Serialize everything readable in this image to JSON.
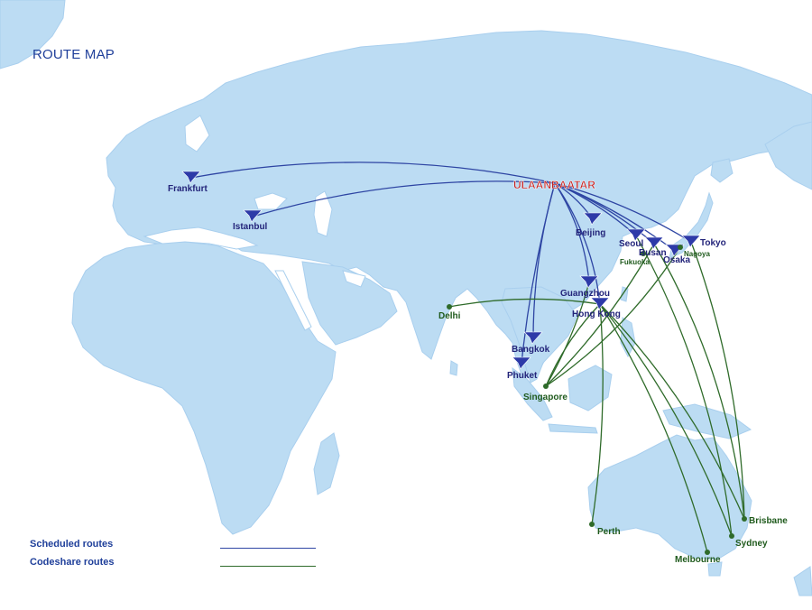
{
  "title": "ROUTE MAP",
  "hub": "ULAANBAATAR",
  "colors": {
    "ocean": "#ffffff",
    "land": "#bcdcf3",
    "land_edge": "#a9cfee",
    "scheduled": "#2e45a3",
    "codeshare": "#2f6b2a",
    "hub_text": "#c32020",
    "city_text": "#23247a",
    "codeshare_text": "#1f5a1c",
    "plane": "#2d3aa8"
  },
  "legend": {
    "scheduled_label": "Scheduled routes",
    "codeshare_label": "Codeshare routes"
  },
  "cities": {
    "ulaanbaatar": "ULAANBAATAR",
    "frankfurt": "Frankfurt",
    "istanbul": "Istanbul",
    "beijing": "Beijing",
    "seoul": "Seoul",
    "busan": "Busan",
    "tokyo": "Tokyo",
    "nagoya": "Nagoya",
    "osaka": "Osaka",
    "fukuoka": "Fukuoka",
    "guangzhou": "Guangzhou",
    "hongkong": "Hong Kong",
    "delhi": "Delhi",
    "bangkok": "Bangkok",
    "phuket": "Phuket",
    "singapore": "Singapore",
    "perth": "Perth",
    "melbourne": "Melbourne",
    "sydney": "Sydney",
    "brisbane": "Brisbane"
  }
}
